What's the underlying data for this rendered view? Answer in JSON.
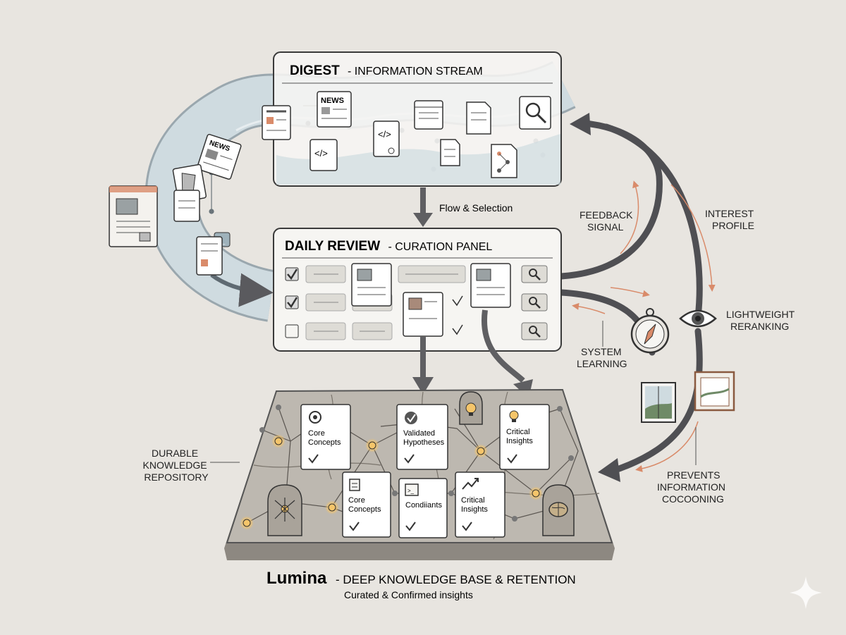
{
  "digest": {
    "title_bold": "DIGEST",
    "title_rest": "- INFORMATION STREAM"
  },
  "stream": {
    "news_label": "NEWS",
    "news_card_label": "NEWS"
  },
  "flow_label": "Flow & Selection",
  "review": {
    "title_bold": "DAILY REVIEW",
    "title_rest": "- CURATION PANEL"
  },
  "loop": {
    "feedback": [
      "FEEDBACK",
      "SIGNAL"
    ],
    "interest": [
      "INTEREST",
      "PROFILE"
    ],
    "rerank": [
      "LIGHTWEIGHT",
      "RERANKING"
    ],
    "system": [
      "SYSTEM",
      "LEARNING"
    ],
    "prevents": [
      "PREVENTS",
      "INFORMATION",
      "COCOONING"
    ]
  },
  "repository": [
    "DURABLE",
    "KNOWLEDGE",
    "REPOSITORY"
  ],
  "cards": {
    "c1": [
      "Core",
      "Concepts"
    ],
    "c2": [
      "Validated",
      "Hypotheses"
    ],
    "c3": [
      "Critical",
      "Insights"
    ],
    "c4": [
      "Core",
      "Concepts"
    ],
    "c5": [
      "Condiiants"
    ],
    "c6": [
      "Critical",
      "Insights"
    ]
  },
  "lumina": {
    "title_bold": "Lumina",
    "title_rest": "- DEEP KNOWLEDGE BASE & RETENTION",
    "subtitle": "Curated & Confirmed insights"
  },
  "colors": {
    "background": "#e8e5e0",
    "panel": "#f6f5f2",
    "arrow": "#5f5f62",
    "accent": "#d98b6a",
    "glow": "#f5c56a",
    "stream": "#c9d6dc",
    "stone": "#bdb8b0"
  }
}
